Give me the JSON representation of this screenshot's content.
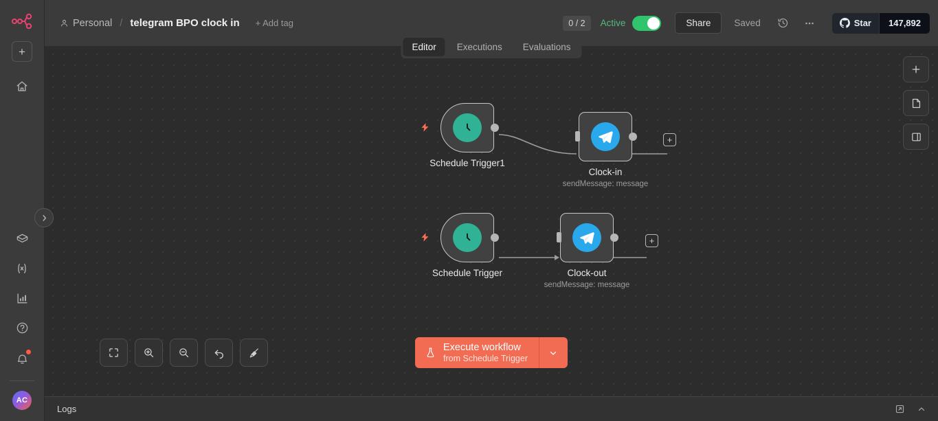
{
  "app": {
    "logo_icon": "n8n-logo-icon"
  },
  "sidebar": {
    "add_label": "+",
    "items": [
      {
        "name": "home",
        "icon": "home-icon"
      },
      {
        "name": "templates",
        "icon": "box-icon"
      },
      {
        "name": "variables",
        "icon": "variables-icon"
      },
      {
        "name": "insights",
        "icon": "bar-chart-icon"
      },
      {
        "name": "help",
        "icon": "question-circle-icon"
      },
      {
        "name": "notifications",
        "icon": "bell-icon"
      }
    ],
    "avatar_initials": "AC",
    "expand_icon": "chevron-right-icon"
  },
  "header": {
    "project": "Personal",
    "separator": "/",
    "workflow_title": "telegram BPO clock in",
    "add_tag": "+ Add tag",
    "execution_count": "0 / 2",
    "active_label": "Active",
    "active_on": true,
    "share_label": "Share",
    "saved_label": "Saved",
    "history_icon": "history-icon",
    "more_icon": "ellipsis-icon",
    "github": {
      "star_label": "Star",
      "count": "147,892",
      "icon": "github-icon"
    }
  },
  "tabs": [
    {
      "label": "Editor",
      "active": true
    },
    {
      "label": "Executions",
      "active": false
    },
    {
      "label": "Evaluations",
      "active": false
    }
  ],
  "canvas": {
    "right_controls": [
      {
        "name": "add-node-button",
        "icon": "plus-icon"
      },
      {
        "name": "add-sticky-note-button",
        "icon": "sticky-note-icon"
      },
      {
        "name": "toggle-panel-button",
        "icon": "panel-icon"
      }
    ],
    "tools": [
      {
        "name": "zoom-to-fit-button",
        "icon": "fit-view-icon"
      },
      {
        "name": "zoom-in-button",
        "icon": "zoom-in-icon"
      },
      {
        "name": "zoom-out-button",
        "icon": "zoom-out-icon"
      },
      {
        "name": "reset-zoom-button",
        "icon": "undo-icon"
      },
      {
        "name": "tidy-up-button",
        "icon": "broom-icon"
      }
    ],
    "nodes": [
      {
        "id": "schedule-trigger-1",
        "label": "Schedule Trigger1",
        "subtitle": "",
        "type": "trigger",
        "icon": "clock-icon"
      },
      {
        "id": "clock-in",
        "label": "Clock-in",
        "subtitle": "sendMessage: message",
        "type": "telegram",
        "icon": "telegram-icon"
      },
      {
        "id": "schedule-trigger",
        "label": "Schedule Trigger",
        "subtitle": "",
        "type": "trigger",
        "icon": "clock-icon"
      },
      {
        "id": "clock-out",
        "label": "Clock-out",
        "subtitle": "sendMessage: message",
        "type": "telegram",
        "icon": "telegram-icon"
      }
    ]
  },
  "execute": {
    "title": "Execute workflow",
    "subtitle": "from Schedule Trigger",
    "icon": "flask-icon",
    "caret_icon": "chevron-down-icon"
  },
  "logs": {
    "label": "Logs",
    "popout_icon": "open-in-new-icon",
    "collapse_icon": "chevron-up-icon"
  },
  "colors": {
    "accent": "#f26b53",
    "active_green": "#2ec56d",
    "trigger_green": "#2fb394",
    "telegram_blue": "#29a9eb",
    "canvas_bg": "#2c2c2c",
    "panel_bg": "#3b3b3b"
  }
}
